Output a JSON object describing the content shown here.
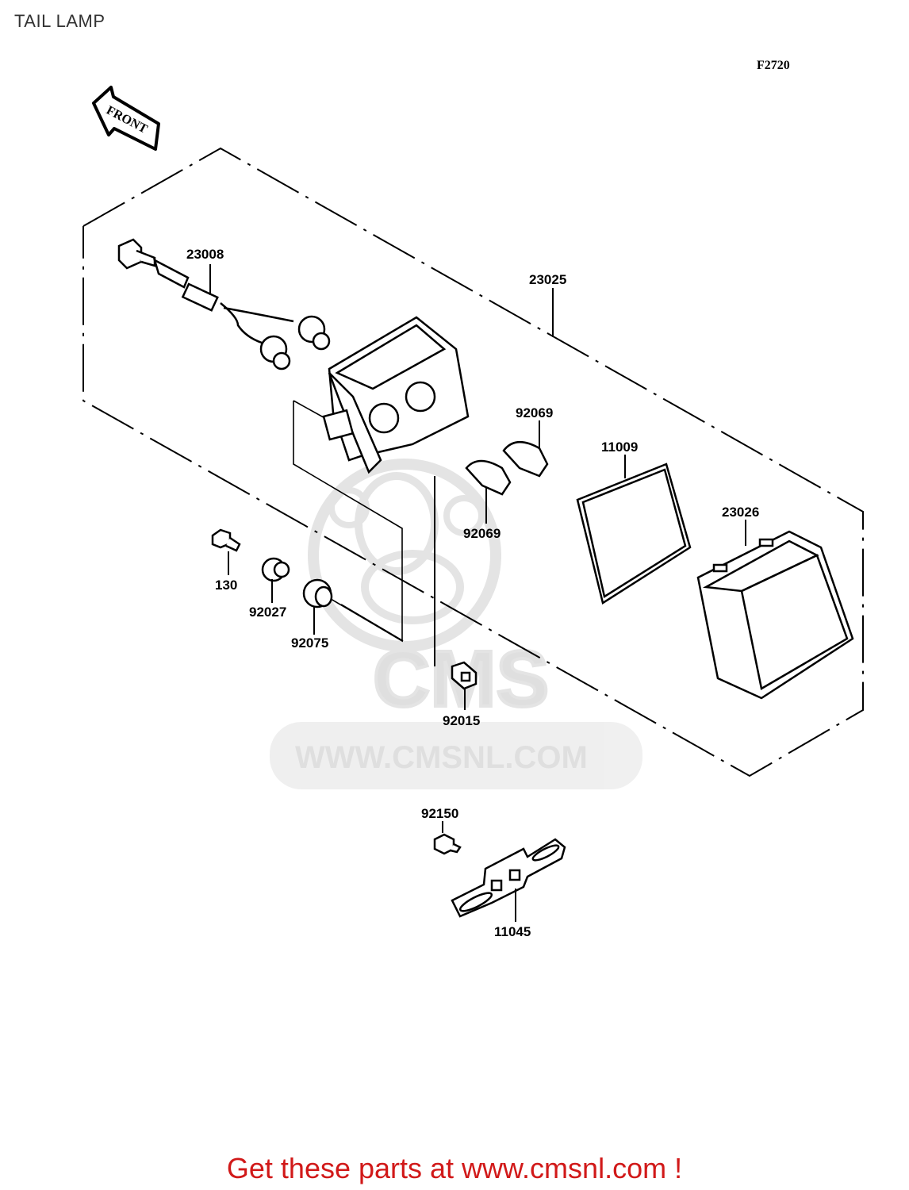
{
  "header": {
    "title": "TAIL LAMP",
    "figure_code": "F2720"
  },
  "diagram": {
    "front_arrow_label": "FRONT",
    "watermark": {
      "logo_text": "CMS",
      "url_text": "WWW.CMSNL.COM"
    },
    "parts": [
      {
        "id": "23008"
      },
      {
        "id": "23025"
      },
      {
        "id": "92069"
      },
      {
        "id": "11009"
      },
      {
        "id": "92069"
      },
      {
        "id": "23026"
      },
      {
        "id": "130"
      },
      {
        "id": "92027"
      },
      {
        "id": "92075"
      },
      {
        "id": "92015"
      },
      {
        "id": "92150"
      },
      {
        "id": "11045"
      }
    ]
  },
  "footer": {
    "cta_prefix": "Get these parts at ",
    "cta_link": "www.cmsnl.com",
    "cta_suffix": " !"
  }
}
